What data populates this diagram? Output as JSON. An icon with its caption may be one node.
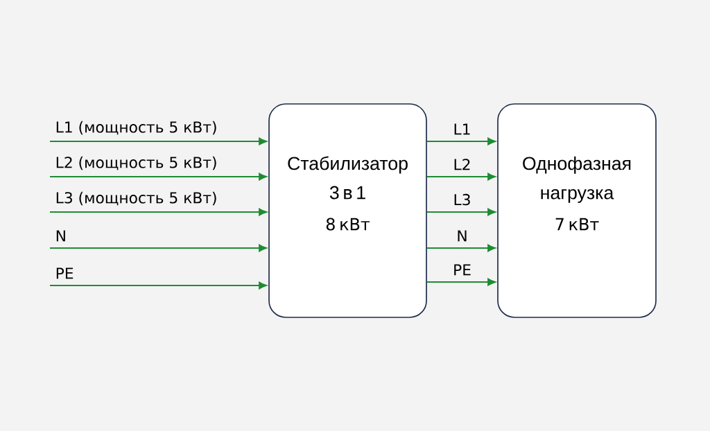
{
  "diagram": {
    "nodes": [
      {
        "text": [
          "Стабилизатор 3 в 1",
          "8 кВт"
        ]
      },
      {
        "text": [
          "Однофазная нагрузка",
          "7 кВт"
        ]
      }
    ],
    "edges": [
      {
        "from": null,
        "to": 0,
        "arrow": "to",
        "label": "L1 (мощность 5 кВт)"
      },
      {
        "from": null,
        "to": 0,
        "arrow": "to",
        "label": "L2 (мощность 5 кВт)"
      },
      {
        "from": null,
        "to": 0,
        "arrow": "to",
        "label": "L3 (мощность 5 кВт)"
      },
      {
        "from": null,
        "to": 0,
        "arrow": "to",
        "label": "N"
      },
      {
        "from": null,
        "to": 0,
        "arrow": "to",
        "label": "PE"
      },
      {
        "from": 0,
        "to": 1,
        "arrow": "to",
        "label": "L1"
      },
      {
        "from": 0,
        "to": 1,
        "arrow": "to",
        "label": "L2"
      },
      {
        "from": 0,
        "to": 1,
        "arrow": "to",
        "label": "L3"
      },
      {
        "from": 0,
        "to": 1,
        "arrow": "to",
        "label": "N"
      },
      {
        "from": 0,
        "to": 1,
        "arrow": "to",
        "label": "PE"
      }
    ]
  }
}
